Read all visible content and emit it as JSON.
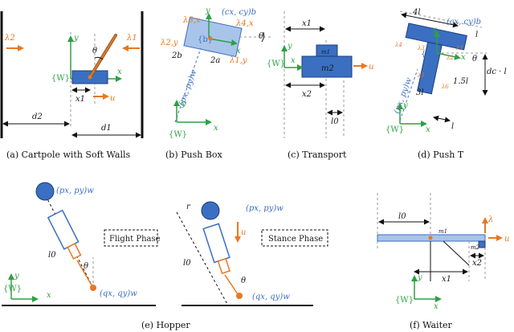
{
  "colors": {
    "body_blue": "#3a6fc2",
    "light_blue": "#a9c4ea",
    "force_orange": "#e87722",
    "axis_green": "#2ea043",
    "dash_gray": "#9a9a9a"
  },
  "captions": {
    "a": "(a) Cartpole with Soft Walls",
    "b": "(b) Push Box",
    "c": "(c) Transport",
    "d": "(d) Push T",
    "e": "(e) Hopper",
    "f": "(f) Waiter"
  },
  "common": {
    "world": "{W}",
    "x": "x",
    "y": "y",
    "b_frame": "{b}"
  },
  "a": {
    "lambda2": "λ2",
    "lambda1": "λ1",
    "theta": "θ",
    "x1": "x1",
    "u": "u",
    "d2": "d2",
    "d1": "d1"
  },
  "b": {
    "lambda3x": "λ3,x",
    "lambda4x": "λ4,x",
    "lambda2y": "λ2,y",
    "lambda1y": "λ1,y",
    "c": "(cx, cy)b",
    "p": "(px, py)w",
    "two_b": "2b",
    "two_a": "2a",
    "theta": "θ"
  },
  "c": {
    "x1": "x1",
    "m1": "m1",
    "m2": "m2",
    "u": "u",
    "x2": "x2",
    "l0": "l0"
  },
  "d": {
    "four_l": "4l",
    "c": "(cx, cy)b",
    "l_top": "l",
    "lambda4": "λ4",
    "lambda3": "λ3",
    "lambda2": "λ2",
    "lambda1": "λ1",
    "lambda5": "λ5",
    "lambda6": "λ6",
    "theta": "θ",
    "one_five_l": "1.5l",
    "three_l": "3l",
    "dc": "dc · l",
    "p": "(px, py)w",
    "l_bottom": "l"
  },
  "e": {
    "flight": "Flight Phase",
    "stance": "Stance Phase",
    "p": "(px, py)w",
    "q": "(qx, qy)w",
    "l0": "l0",
    "theta": "θ",
    "r": "r",
    "u": "u"
  },
  "f": {
    "l0": "l0",
    "m1": "m1",
    "m2": "m2",
    "lambda": "λ",
    "u": "u",
    "x1": "x1",
    "x2": "x2"
  }
}
